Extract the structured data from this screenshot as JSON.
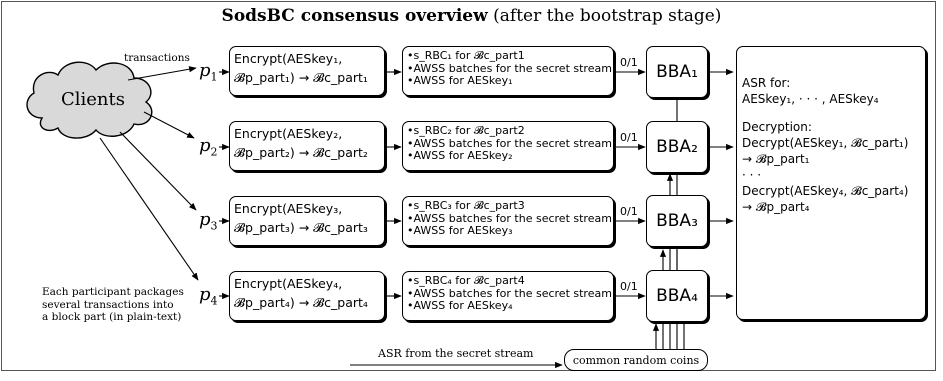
{
  "title": {
    "bold": "SodsBC consensus overview",
    "rest": "(after the bootstrap stage)"
  },
  "clients": {
    "label": "Clients"
  },
  "transactions_label": "transactions",
  "note": [
    "Each participant packages",
    "several transactions into",
    "a block part (in plain-text)"
  ],
  "participants": [
    {
      "name": "p",
      "index": "1",
      "enc": [
        "Encrypt(AESkey₁,",
        "𝓑p_part₁) → 𝓑c_part₁"
      ],
      "rbc": [
        "•s_RBC₁ for 𝓑c_part1",
        "•AWSS batches for the secret stream",
        "•AWSS for AESkey₁"
      ],
      "bit": "0/1",
      "bba": "BBA₁"
    },
    {
      "name": "p",
      "index": "2",
      "enc": [
        "Encrypt(AESkey₂,",
        "𝓑p_part₂) → 𝓑c_part₂"
      ],
      "rbc": [
        "•s_RBC₂ for 𝓑c_part2",
        "•AWSS batches for the secret stream",
        "•AWSS for AESkey₂"
      ],
      "bit": "0/1",
      "bba": "BBA₂"
    },
    {
      "name": "p",
      "index": "3",
      "enc": [
        "Encrypt(AESkey₃,",
        "𝓑p_part₃) → 𝓑c_part₃"
      ],
      "rbc": [
        "•s_RBC₃ for 𝓑c_part3",
        "•AWSS batches for the secret stream",
        "•AWSS for AESkey₃"
      ],
      "bit": "0/1",
      "bba": "BBA₃"
    },
    {
      "name": "p",
      "index": "4",
      "enc": [
        "Encrypt(AESkey₄,",
        "𝓑p_part₄) → 𝓑c_part₄"
      ],
      "rbc": [
        "•s_RBC₄ for 𝓑c_part4",
        "•AWSS batches for the secret stream",
        "•AWSS for AESkey₄"
      ],
      "bit": "0/1",
      "bba": "BBA₄"
    }
  ],
  "asr": {
    "head": "ASR for:",
    "keys": "AESkey₁, · · · , AESkey₄",
    "dec_head": "Decryption:",
    "dec1": "Decrypt(AESkey₁, 𝓑c_part₁)",
    "dec1_out": "→ 𝓑p_part₁",
    "dots": "· · ·",
    "dec4": "Decrypt(AESkey₄, 𝓑c_part₄)",
    "dec4_out": "→ 𝓑p_part₄"
  },
  "asr_stream_label": "ASR from the secret stream",
  "coins_label": "common random coins"
}
